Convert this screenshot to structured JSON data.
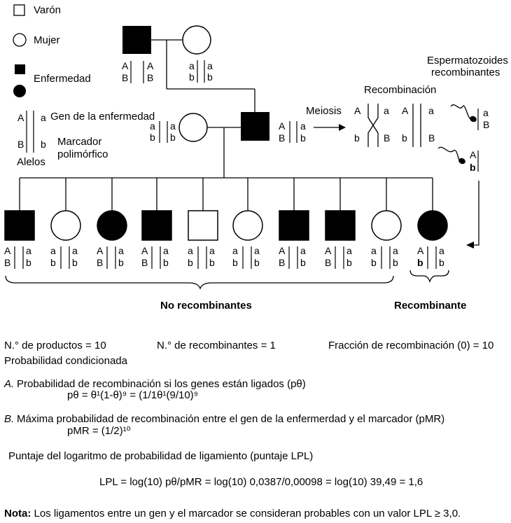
{
  "legend": {
    "male": "Varón",
    "female": "Mujer",
    "affected": "Enfermedad",
    "disease_gene": "Gen de la enfermedad",
    "marker": "Marcador",
    "marker2": "polimórfico",
    "alleles": "Alelos"
  },
  "alleles": {
    "A": "A",
    "a": "a",
    "B": "B",
    "b": "b"
  },
  "labels": {
    "meiosis": "Meiosis",
    "recombination": "Recombinación",
    "sperm_title": "Espermatozoides",
    "sperm_title2": "recombinantes",
    "non_recombinants": "No recombinantes",
    "recombinant": "Recombinante"
  },
  "offspring": [
    {
      "sex": "male",
      "affected": true,
      "left": [
        "A",
        "B"
      ],
      "right": [
        "a",
        "b"
      ]
    },
    {
      "sex": "female",
      "affected": false,
      "left": [
        "a",
        "b"
      ],
      "right": [
        "a",
        "b"
      ]
    },
    {
      "sex": "female",
      "affected": true,
      "left": [
        "A",
        "B"
      ],
      "right": [
        "a",
        "b"
      ]
    },
    {
      "sex": "male",
      "affected": true,
      "left": [
        "A",
        "B"
      ],
      "right": [
        "a",
        "b"
      ]
    },
    {
      "sex": "male",
      "affected": false,
      "left": [
        "a",
        "b"
      ],
      "right": [
        "a",
        "b"
      ]
    },
    {
      "sex": "female",
      "affected": false,
      "left": [
        "a",
        "b"
      ],
      "right": [
        "a",
        "b"
      ]
    },
    {
      "sex": "male",
      "affected": true,
      "left": [
        "A",
        "B"
      ],
      "right": [
        "a",
        "b"
      ]
    },
    {
      "sex": "male",
      "affected": true,
      "left": [
        "A",
        "B"
      ],
      "right": [
        "a",
        "b"
      ]
    },
    {
      "sex": "female",
      "affected": false,
      "left": [
        "a",
        "b"
      ],
      "right": [
        "a",
        "b"
      ]
    },
    {
      "sex": "female",
      "affected": true,
      "left": [
        "A",
        "b"
      ],
      "right": [
        "a",
        "b"
      ]
    }
  ],
  "stats": {
    "products": "N.° de productos = 10",
    "recombinants": "N.° de recombinantes = 1",
    "fraction": "Fracción de recombinación (0) = 10",
    "conditional": "Probabilidad condicionada",
    "a_letter": "A.",
    "a_text": "Probabilidad  de recombinación si los genes están ligados (pθ)",
    "a_formula": "pθ = θ¹(1-θ)⁹ = (1/1θ¹(9/10)⁹",
    "b_letter": "B.",
    "b_text": "Máxima probabilidad de recombinación entre el gen de la enfermerdad y el marcador (pMR)",
    "b_formula": "pMR = (1/2)¹⁰",
    "lpl_title": "Puntaje del logaritmo de probabilidad de ligamiento (puntaje LPL)",
    "lpl_formula": "LPL = log(10) pθ/pMR = log(10) 0,0387/0,00098 = log(10) 39,49 = 1,6",
    "note_label": "Nota:",
    "note_text": "Los ligamentos entre un gen y el marcador se consideran probables con un valor LPL ≥ 3,0."
  }
}
